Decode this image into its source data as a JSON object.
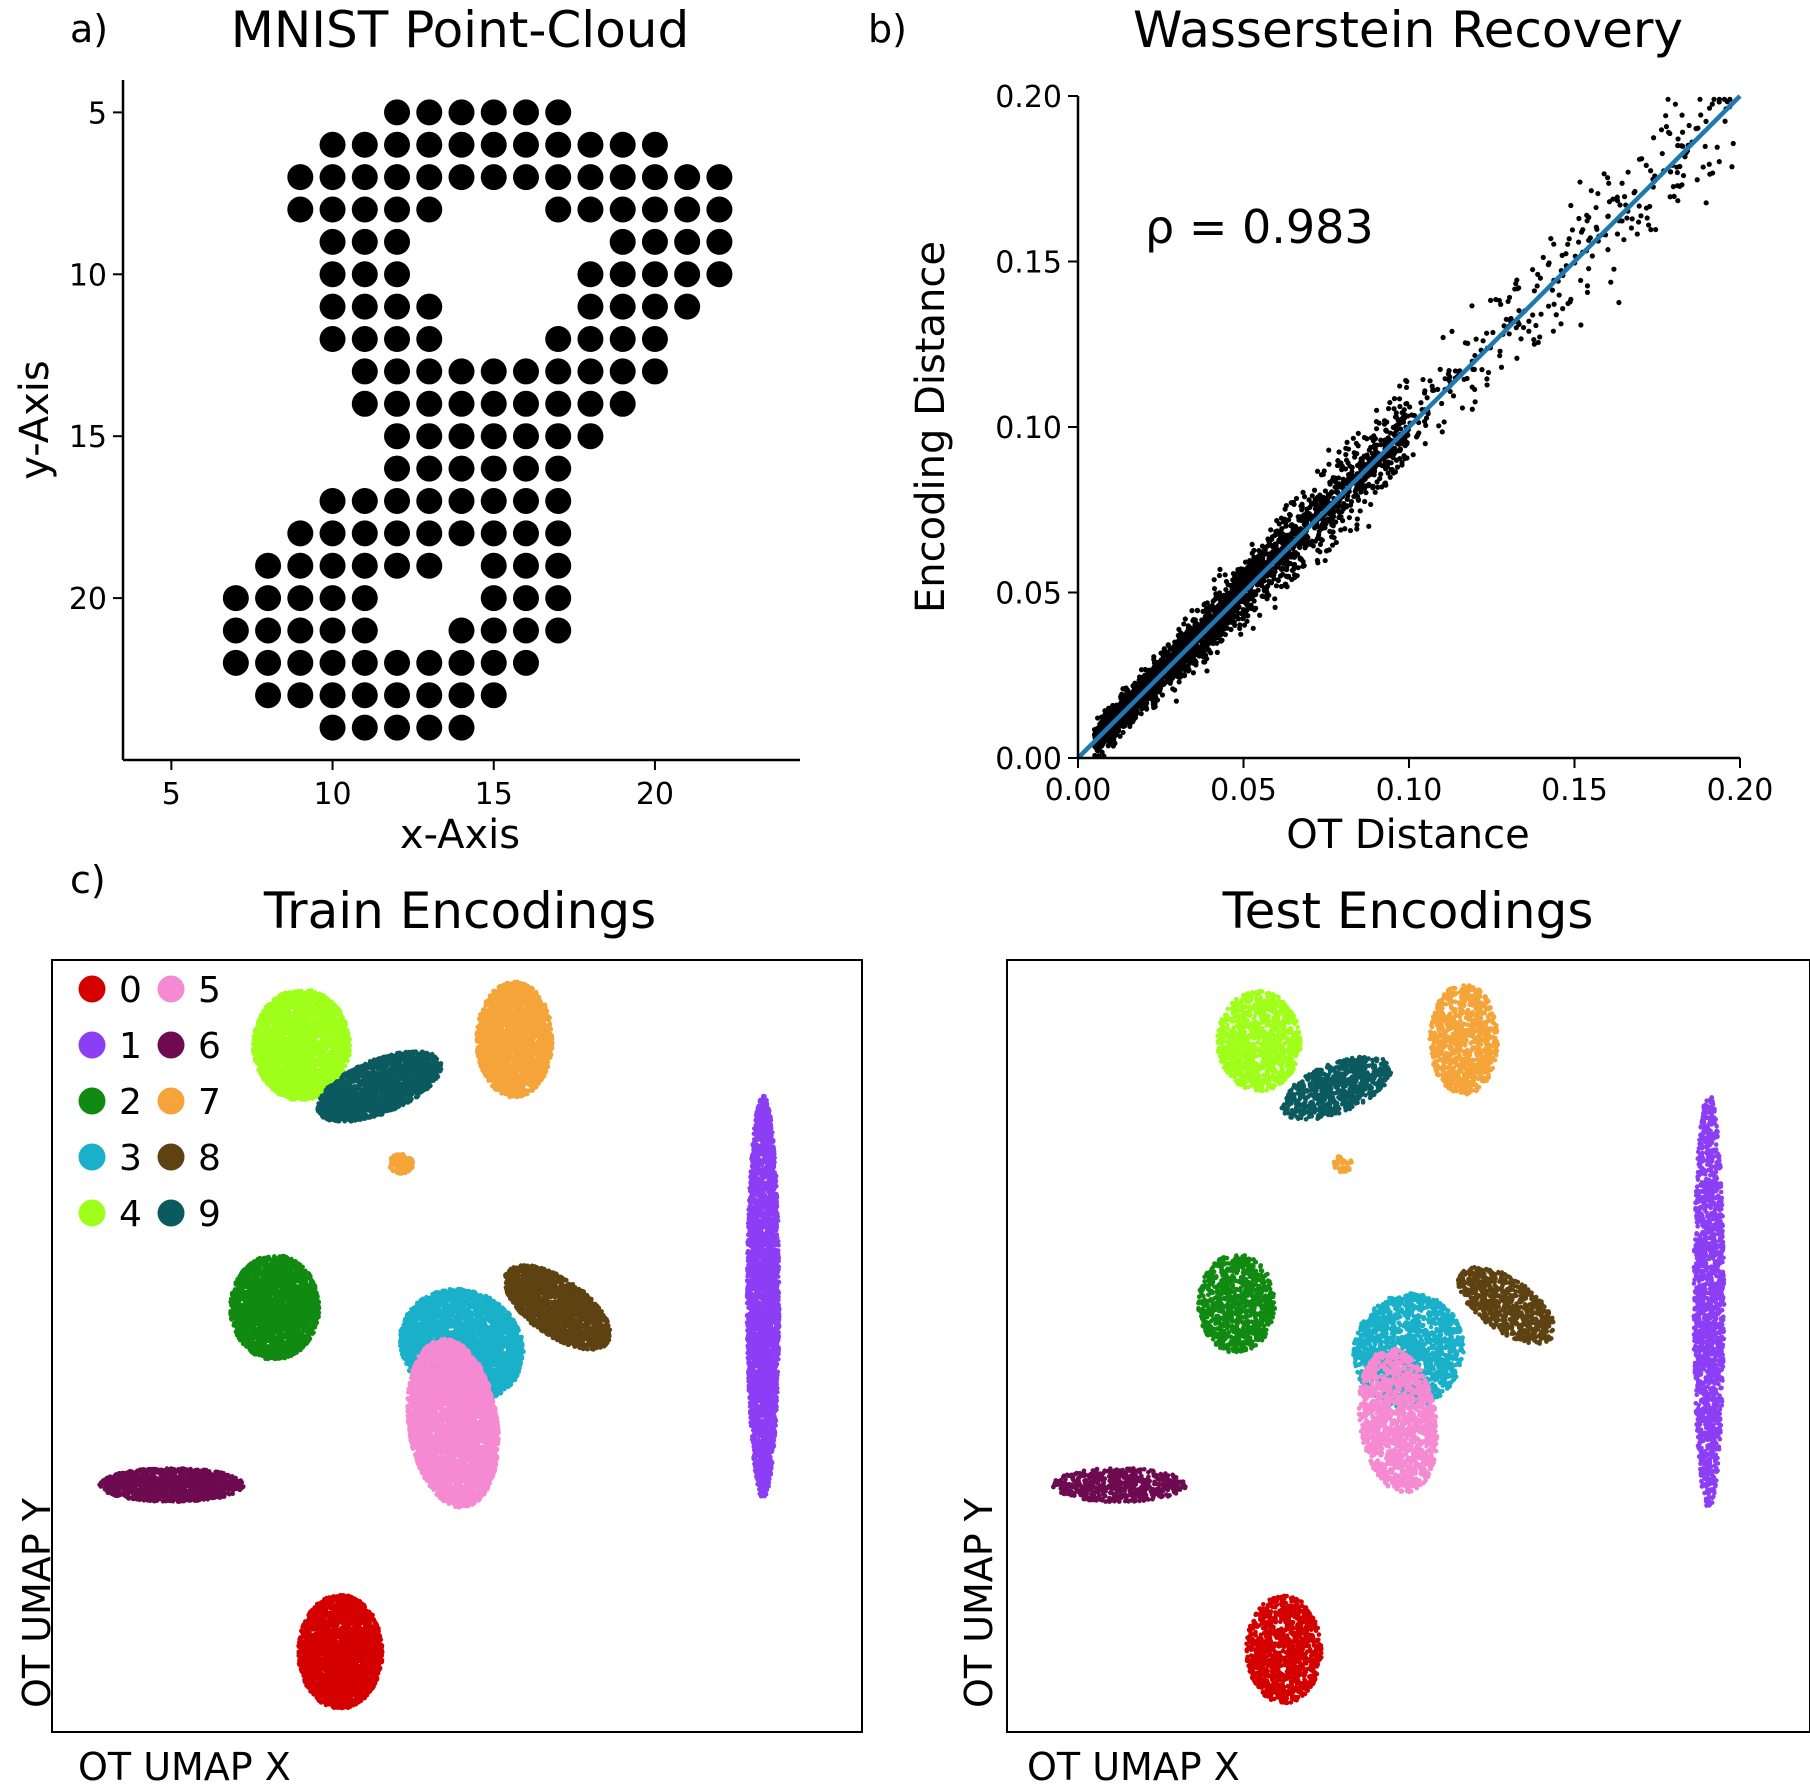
{
  "panels": {
    "a": {
      "label": "a)"
    },
    "b": {
      "label": "b)",
      "annotation": "ρ = 0.983"
    },
    "c": {
      "label": "c)"
    }
  },
  "chart_data": [
    {
      "type": "scatter",
      "title": "MNIST Point-Cloud",
      "xlabel": "x-Axis",
      "ylabel": "y-Axis",
      "xlim": [
        3.5,
        24.5
      ],
      "ylim": [
        25,
        4
      ],
      "y_inverted": true,
      "xticks": [
        5,
        10,
        15,
        20
      ],
      "yticks": [
        5,
        10,
        15,
        20
      ],
      "marker_color": "#000000",
      "rows": [
        {
          "y": 5,
          "x": [
            [
              12,
              17
            ]
          ]
        },
        {
          "y": 6,
          "x": [
            [
              10,
              20
            ]
          ]
        },
        {
          "y": 7,
          "x": [
            [
              9,
              22
            ]
          ]
        },
        {
          "y": 8,
          "x": [
            [
              9,
              13
            ],
            [
              17,
              22
            ]
          ]
        },
        {
          "y": 9,
          "x": [
            [
              10,
              12
            ],
            [
              19,
              22
            ]
          ]
        },
        {
          "y": 10,
          "x": [
            [
              10,
              12
            ],
            [
              18,
              22
            ]
          ]
        },
        {
          "y": 11,
          "x": [
            [
              10,
              13
            ],
            [
              18,
              21
            ]
          ]
        },
        {
          "y": 12,
          "x": [
            [
              10,
              13
            ],
            [
              17,
              20
            ]
          ]
        },
        {
          "y": 13,
          "x": [
            [
              11,
              20
            ]
          ]
        },
        {
          "y": 14,
          "x": [
            [
              11,
              19
            ]
          ]
        },
        {
          "y": 15,
          "x": [
            [
              12,
              18
            ]
          ]
        },
        {
          "y": 16,
          "x": [
            [
              12,
              17
            ]
          ]
        },
        {
          "y": 17,
          "x": [
            [
              10,
              17
            ]
          ]
        },
        {
          "y": 18,
          "x": [
            [
              9,
              17
            ]
          ]
        },
        {
          "y": 19,
          "x": [
            [
              8,
              13
            ],
            [
              15,
              17
            ]
          ]
        },
        {
          "y": 20,
          "x": [
            [
              7,
              11
            ],
            [
              15,
              17
            ]
          ]
        },
        {
          "y": 21,
          "x": [
            [
              7,
              11
            ],
            [
              14,
              17
            ]
          ]
        },
        {
          "y": 22,
          "x": [
            [
              7,
              16
            ]
          ]
        },
        {
          "y": 23,
          "x": [
            [
              8,
              15
            ]
          ]
        },
        {
          "y": 24,
          "x": [
            [
              10,
              14
            ]
          ]
        }
      ]
    },
    {
      "type": "scatter",
      "title": "Wasserstein Recovery",
      "xlabel": "OT Distance",
      "ylabel": "Encoding Distance",
      "xlim": [
        0.0,
        0.2
      ],
      "ylim": [
        0.0,
        0.2
      ],
      "xticks": [
        "0.00",
        "0.05",
        "0.10",
        "0.15",
        "0.20"
      ],
      "yticks": [
        "0.00",
        "0.05",
        "0.10",
        "0.15",
        "0.20"
      ],
      "correlation": 0.983,
      "point_color": "#000000",
      "fit_line": {
        "x": [
          0.0,
          0.2
        ],
        "y": [
          0.0,
          0.2
        ],
        "color": "#1f77b4"
      }
    },
    {
      "type": "scatter",
      "title": "Train Encodings",
      "xlabel": "OT UMAP X",
      "ylabel": "OT UMAP Y",
      "axis_ticks": false,
      "legend": {
        "placement": "top-left",
        "columns": 2,
        "entries": [
          "0",
          "1",
          "2",
          "3",
          "4",
          "5",
          "6",
          "7",
          "8",
          "9"
        ]
      },
      "clusters": [
        {
          "name": "0",
          "color": "#d40000",
          "center": [
            0.356,
            0.896
          ],
          "radius": [
            0.052,
            0.074
          ],
          "angle": 0
        },
        {
          "name": "1",
          "color": "#8c3ef5",
          "center": [
            0.878,
            0.436
          ],
          "radius": [
            0.02,
            0.261
          ],
          "angle": 0
        },
        {
          "name": "2",
          "color": "#118a11",
          "center": [
            0.275,
            0.45
          ],
          "radius": [
            0.055,
            0.068
          ],
          "angle": 0
        },
        {
          "name": "3",
          "color": "#1ab0c9",
          "center": [
            0.506,
            0.5
          ],
          "radius": [
            0.078,
            0.072
          ],
          "angle": 25
        },
        {
          "name": "4",
          "color": "#a0ff1a",
          "center": [
            0.308,
            0.11
          ],
          "radius": [
            0.06,
            0.072
          ],
          "angle": 0
        },
        {
          "name": "5",
          "color": "#f58ad2",
          "center": [
            0.495,
            0.6
          ],
          "radius": [
            0.055,
            0.11
          ],
          "angle": -8
        },
        {
          "name": "6",
          "color": "#6d0a50",
          "center": [
            0.148,
            0.68
          ],
          "radius": [
            0.09,
            0.022
          ],
          "angle": 0
        },
        {
          "name": "7",
          "color": "#f5a43a",
          "center": [
            0.571,
            0.103
          ],
          "radius": [
            0.047,
            0.075
          ],
          "angle": 0
        },
        {
          "name": "7",
          "color": "#f5a43a",
          "center": [
            0.431,
            0.264
          ],
          "radius": [
            0.015,
            0.013
          ],
          "angle": 0
        },
        {
          "name": "8",
          "color": "#5e4212",
          "center": [
            0.624,
            0.45
          ],
          "radius": [
            0.076,
            0.037
          ],
          "angle": 35
        },
        {
          "name": "9",
          "color": "#0b5a5f",
          "center": [
            0.404,
            0.164
          ],
          "radius": [
            0.082,
            0.035
          ],
          "angle": -22
        }
      ]
    },
    {
      "type": "scatter",
      "title": "Test Encodings",
      "xlabel": "OT UMAP X",
      "ylabel": "OT UMAP Y",
      "axis_ticks": false,
      "clusters": [
        {
          "name": "0",
          "color": "#d40000",
          "center": [
            0.345,
            0.893
          ],
          "radius": [
            0.047,
            0.07
          ],
          "angle": 0
        },
        {
          "name": "1",
          "color": "#8c3ef5",
          "center": [
            0.874,
            0.442
          ],
          "radius": [
            0.019,
            0.27
          ],
          "angle": 0
        },
        {
          "name": "2",
          "color": "#118a11",
          "center": [
            0.286,
            0.445
          ],
          "radius": [
            0.048,
            0.064
          ],
          "angle": 0
        },
        {
          "name": "3",
          "color": "#1ab0c9",
          "center": [
            0.5,
            0.506
          ],
          "radius": [
            0.068,
            0.075
          ],
          "angle": 25
        },
        {
          "name": "4",
          "color": "#a0ff1a",
          "center": [
            0.314,
            0.105
          ],
          "radius": [
            0.052,
            0.065
          ],
          "angle": 0
        },
        {
          "name": "5",
          "color": "#f58ad2",
          "center": [
            0.487,
            0.597
          ],
          "radius": [
            0.048,
            0.095
          ],
          "angle": -8
        },
        {
          "name": "6",
          "color": "#6d0a50",
          "center": [
            0.14,
            0.68
          ],
          "radius": [
            0.083,
            0.022
          ],
          "angle": 0
        },
        {
          "name": "7",
          "color": "#f5a43a",
          "center": [
            0.569,
            0.103
          ],
          "radius": [
            0.043,
            0.072
          ],
          "angle": 0
        },
        {
          "name": "7",
          "color": "#f5a43a",
          "center": [
            0.418,
            0.264
          ],
          "radius": [
            0.012,
            0.011
          ],
          "angle": 0
        },
        {
          "name": "8",
          "color": "#5e4212",
          "center": [
            0.622,
            0.447
          ],
          "radius": [
            0.07,
            0.034
          ],
          "angle": 35
        },
        {
          "name": "9",
          "color": "#0b5a5f",
          "center": [
            0.41,
            0.166
          ],
          "radius": [
            0.073,
            0.032
          ],
          "angle": -22
        }
      ]
    }
  ]
}
